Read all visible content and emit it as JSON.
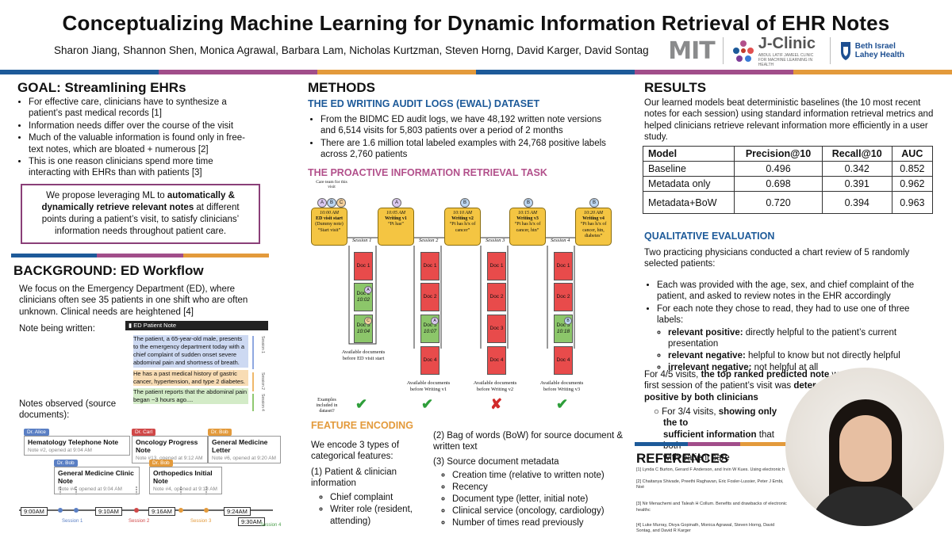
{
  "header": {
    "title": "Conceptualizing Machine Learning for Dynamic Information Retrieval of EHR Notes",
    "authors": "Sharon Jiang, Shannon Shen, Monica Agrawal, Barbara Lam, Nicholas Kurtzman, Steven Horng, David Karger, David Sontag",
    "logos": {
      "mit": "MIT",
      "jclinic": "J-Clinic",
      "jclinic_sub": "ABDUL LATIF JAMEEL CLINIC FOR MACHINE LEARNING IN HEALTH",
      "bi_line1": "Beth Israel",
      "bi_line2": "Lahey Health"
    }
  },
  "goal": {
    "title": "GOAL: Streamlining EHRs",
    "bullets": [
      "For effective care, clinicians have to synthesize a patient’s past medical records [1]",
      "Information needs differ over the course of the visit",
      "Much of the valuable information is found only in free-text notes, which are bloated + numerous [2]",
      "This is one reason clinicians spend more time interacting with EHRs than with patients [3]"
    ],
    "proposal_pre": "We propose leveraging ML to ",
    "proposal_bold": "automatically & dynamically retrieve relevant notes",
    "proposal_post": " at different points during a patient’s visit, to satisfy clinicians’ information needs throughout patient care."
  },
  "background": {
    "title": "BACKGROUND: ED Workflow",
    "text": "We focus on the Emergency Department (ED), where clinicians often see 35 patients in one shift who are often unknown. Clinical needs are heightened [4]",
    "note_label": "Note being written:",
    "panel_title": "ED Patient Note",
    "note_seg1": "The patient, a 65-year-old male, presents to the emergency department today with a chief complaint of sudden onset severe abdominal pain and shortness of breath.",
    "note_seg2": "He has a past medical history of gastric cancer, hypertension, and type 2 diabetes.",
    "note_seg3": "The patient reports that the abdominal pain began ~3 hours ago....",
    "session_labels": [
      "Session 1",
      "Session 2",
      "Session 4"
    ],
    "obs_label": "Notes observed (source documents):",
    "cards": [
      {
        "tag": "Dr. Alice",
        "title": "Hematology Telephone Note",
        "meta": "Note #2, opened at 9:04 AM"
      },
      {
        "tag": "Dr. Carl",
        "title": "Oncology Progress Note",
        "meta": "Note #13, opened at 9:12 AM"
      },
      {
        "tag": "Dr. Bob",
        "title": "General Medicine Letter",
        "meta": "Note #6, opened at 9:20 AM"
      },
      {
        "tag": "Dr. Bob",
        "title": "General Medicine Clinic Note",
        "meta": "Note #4, opened at 9:04 AM"
      },
      {
        "tag": "Dr. Bob",
        "title": "Orthopedics Initial Note",
        "meta": "Note #4, opened at 9:18 AM"
      }
    ],
    "timeline_times": [
      "9:00AM",
      "9:10AM",
      "9:16AM",
      "9:24AM",
      "9:30AM"
    ],
    "timeline_sessions": [
      "Session 1",
      "Session 2",
      "Session 3",
      "Session 4"
    ]
  },
  "methods": {
    "title": "METHODS",
    "ewal_title": "THE ED WRITING AUDIT LOGS (EWAL) DATASET",
    "ewal_bullets": [
      "From the BIDMC ED audit logs, we have 48,192 written note versions and 6,514 visits for 5,803 patients over a period of 2 months",
      "There are 1.6 million total labeled examples with 24,768 positive labels across 2,760 patients"
    ],
    "task_title": "THE PROACTIVE INFORMATION RETRIEVAL TASK",
    "care_team": "Care team for this visit",
    "writings": [
      {
        "time": "10:00 AM",
        "name": "ED visit start",
        "sub": "(Dummy note)",
        "quote": "“Start visit”"
      },
      {
        "time": "10:05 AM",
        "name": "Writing v1",
        "sub": "",
        "quote": "“Pt has”"
      },
      {
        "time": "10:10 AM",
        "name": "Writing v2",
        "sub": "",
        "quote": "“Pt has h/x of cancer”"
      },
      {
        "time": "10:15 AM",
        "name": "Writing v3",
        "sub": "",
        "quote": "“Pt has h/x of cancer, htn”"
      },
      {
        "time": "10:20 AM",
        "name": "Writing v4",
        "sub": "",
        "quote": "“Pt has h/x of cancer, htn, diabetes”"
      }
    ],
    "sessions": [
      "Session 1",
      "Session 2",
      "Session 3",
      "Session 4"
    ],
    "docs": [
      "Doc 1",
      "Doc 2",
      "Doc 3",
      "Doc 4"
    ],
    "doc_times": [
      "10:02",
      "10:04",
      "10:07",
      "10:18"
    ],
    "avail": [
      "Available documents before ED visit start",
      "Available documents before Writing v1",
      "Available documents before Writing v2",
      "Available documents before Writing v3"
    ],
    "examples_label": "Examples included in dataset?",
    "feature_title": "FEATURE ENCODING",
    "feature_intro": "We encode 3 types of categorical features:",
    "feature_1": "(1) Patient & clinician information",
    "feature_1_items": [
      "Chief complaint",
      "Writer role (resident, attending)"
    ],
    "feature_2": "(2) Bag of words (BoW) for source document & written text",
    "feature_3": "(3) Source document metadata",
    "feature_3_items": [
      "Creation time (relative to written note)",
      "Recency",
      "Document type (letter, initial note)",
      "Clinical service (oncology, cardiology)",
      "Number of times read previously"
    ]
  },
  "results": {
    "title": "RESULTS",
    "intro": "Our learned models beat deterministic baselines (the 10 most recent notes for each session) using standard information retrieval metrics and helped clinicians retrieve relevant information more efficiently in a user study.",
    "table_headers": [
      "Model",
      "Precision@10",
      "Recall@10",
      "AUC"
    ],
    "table_rows": [
      [
        "Baseline",
        "0.496",
        "0.342",
        "0.852"
      ],
      [
        "Metadata only",
        "0.698",
        "0.391",
        "0.962"
      ],
      [
        "Metadata+BoW",
        "0.720",
        "0.394",
        "0.963"
      ]
    ],
    "qual_title": "QUALITATIVE EVALUATION",
    "qual_intro": "Two practicing physicians conducted a chart review of 5 randomly selected patients:",
    "qual_b1": "Each was provided with the age, sex, and chief complaint of the patient, and asked to review notes in the EHR accordingly",
    "qual_b2": "For each note they chose to read, they had to use one of three labels:",
    "labels": [
      {
        "bold": "relevant positive:",
        "text": " directly helpful to the patient’s current presentation"
      },
      {
        "bold": "relevant negative:",
        "text": " helpful to know but not directly helpful"
      },
      {
        "bold": "irrelevant negative:",
        "text": " not helpful at all"
      }
    ],
    "finding_1a": "For 4/5 visits, ",
    "finding_1b": "the top ranked predicted note",
    "finding_1c": " w",
    "finding_1d": "first session of the patient’s visit was ",
    "finding_1e": "deter",
    "finding_1f": "positive by both clinicians",
    "finding_2a": "For 3/4 visits, ",
    "finding_2b": "showing only the to",
    "finding_2c": "sufficient information",
    "finding_2d": " that both",
    "finding_2e": "with patient care"
  },
  "references": {
    "title": "REFERENCES",
    "items": [
      "[1] Lynda C Burton, Gerard F Anderson, and Irvin W Kues. Using electronic h",
      "[2] Chaitanya Shivade, Preethi Raghavan, Eric Fosler-Lussier, Peter J Embi, Noé",
      "[3] Nir Menachemi and Taleah H Collum. Benefits and drawbacks of electronic healthc",
      "[4] Luke Murray, Divya Gopinath, Monica Agrawal, Steven Horng, David Sontag, and David R Karger"
    ]
  }
}
